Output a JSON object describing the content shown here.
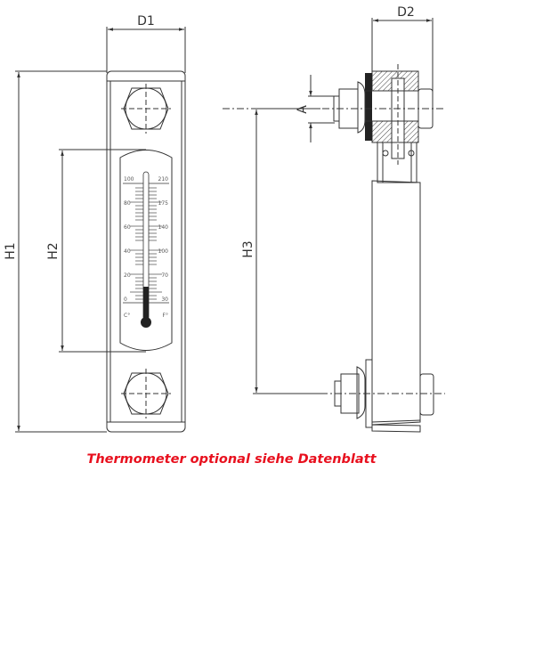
{
  "drawing": {
    "front_view": {
      "dimensions": {
        "width_label": "D1",
        "total_height_label": "H1",
        "window_height_label": "H2"
      },
      "thermometer": {
        "celsius_scale": [
          "100",
          "80",
          "60",
          "40",
          "20",
          "0"
        ],
        "fahrenheit_scale": [
          "210",
          "175",
          "140",
          "100",
          "70",
          "30"
        ],
        "celsius_unit": "C°",
        "fahrenheit_unit": "F°"
      }
    },
    "side_view": {
      "dimensions": {
        "depth_label": "D2",
        "thread_label": "A",
        "center_distance_label": "H3"
      }
    }
  },
  "note": {
    "text": "Thermometer optional siehe Datenblatt",
    "color": "#e8101e"
  }
}
